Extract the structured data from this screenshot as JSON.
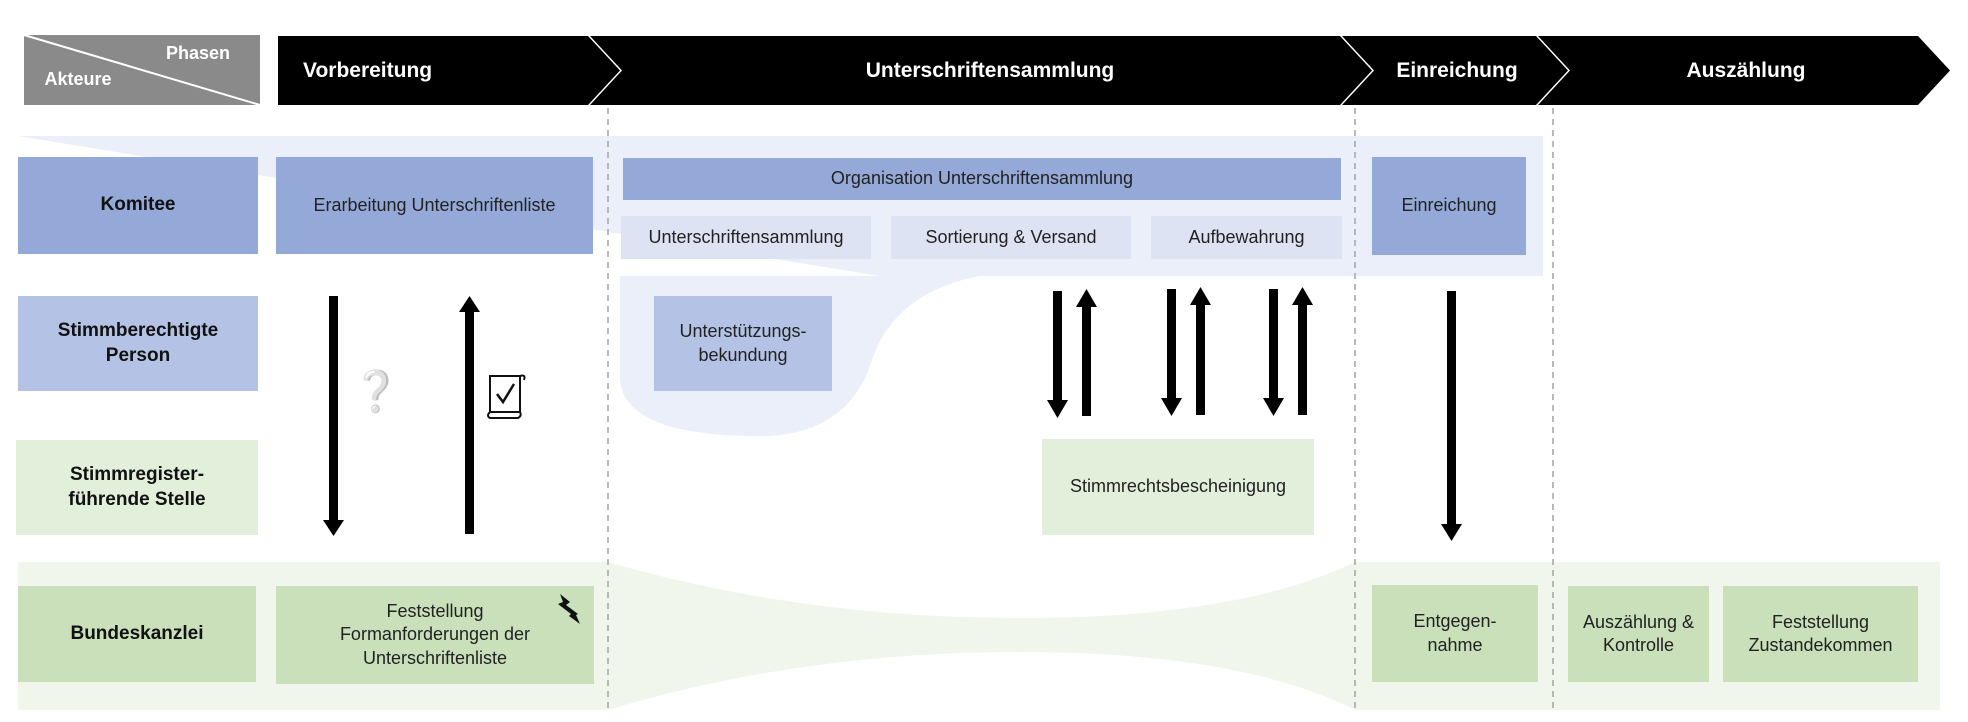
{
  "header": {
    "corner_phases": "Phasen",
    "corner_actors": "Akteure",
    "phases": [
      "Vorbereitung",
      "Unterschriftensammlung",
      "Einreichung",
      "Auszählung"
    ]
  },
  "actors": {
    "komitee": "Komitee",
    "person": "Stimmberechtigte Person",
    "stelle": "Stimmregister-führende Stelle",
    "bk": "Bundeskanzlei"
  },
  "activities": {
    "erarbeitung": "Erarbeitung Unterschriftenliste",
    "organisation": "Organisation Unterschriftensammlung",
    "sammlung": "Unterschriftensammlung",
    "sortierung": "Sortierung & Versand",
    "aufbewahrung": "Aufbewahrung",
    "einreichung": "Einreichung",
    "unterstuetzung": "Unterstützungs-bekundung",
    "bescheinigung": "Stimmrechtsbescheinigung",
    "feststellung_form": "Feststellung Formanforderungen der Unterschriftenliste",
    "entgegennahme": "Entgegen-nahme",
    "auszaehlung": "Auszählung & Kontrolle",
    "zustandekommen": "Feststellung Zustandekommen"
  },
  "icons": {
    "question": "question-person-icon",
    "checklist": "checklist-scroll-icon",
    "lightning": "lightning-icon"
  },
  "colors": {
    "phase_bar": "#000000",
    "corner": "#8a8a8a",
    "komitee_lane": "#eaeff9",
    "komitee_box": "#95a9d8",
    "komitee_sub": "#dde3f2",
    "person_box": "#b4c3e5",
    "stelle_box": "#e2efdb",
    "bk_lane": "#f0f6ec",
    "bk_box": "#c9e0bb"
  }
}
